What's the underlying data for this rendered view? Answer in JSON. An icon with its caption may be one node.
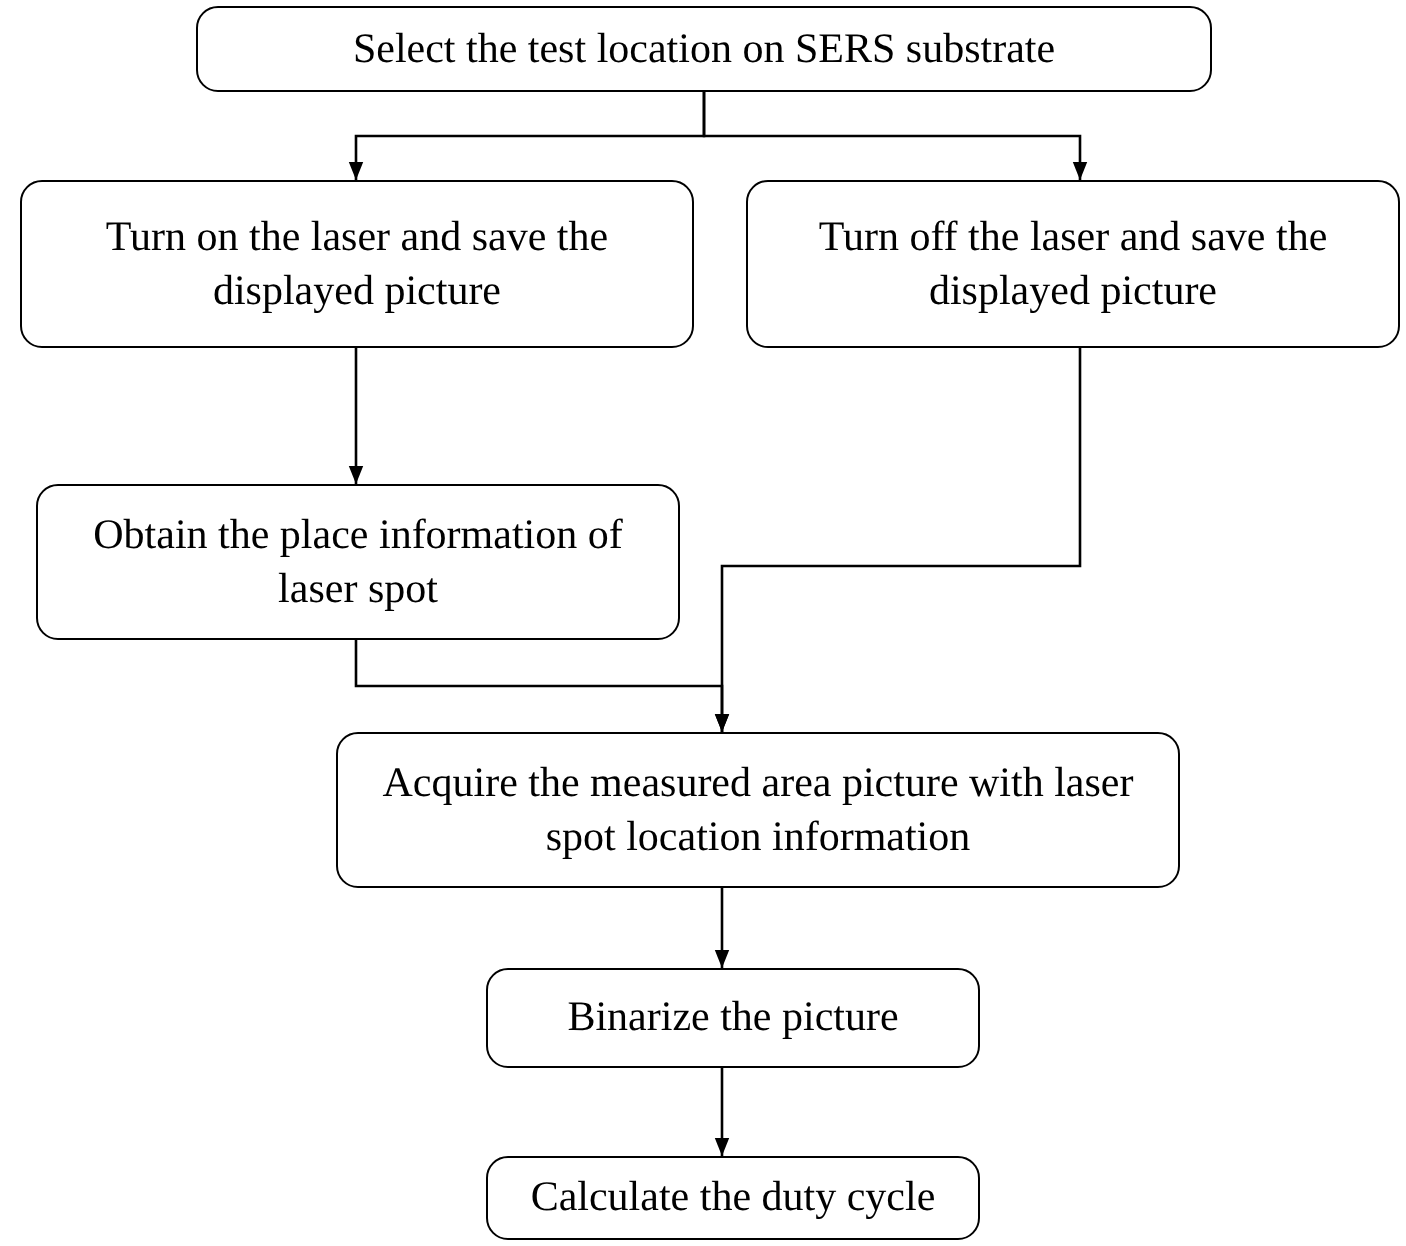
{
  "diagram": {
    "nodes": [
      {
        "text": [
          "Select the test location on SERS substrate"
        ]
      },
      {
        "text": [
          "Turn on the laser and save the displayed picture"
        ]
      },
      {
        "text": [
          "Turn off the laser and save the displayed picture"
        ]
      },
      {
        "text": [
          "Obtain the place information of laser spot"
        ]
      },
      {
        "text": [
          "Acquire the measured area picture with laser spot location information"
        ]
      },
      {
        "text": [
          "Binarize the picture"
        ]
      },
      {
        "text": [
          "Calculate the duty cycle"
        ]
      }
    ],
    "edges": [
      {
        "from": 0,
        "to": 1,
        "arrow": "to"
      },
      {
        "from": 0,
        "to": 2,
        "arrow": "to"
      },
      {
        "from": 1,
        "to": 3,
        "arrow": "to"
      },
      {
        "from": 3,
        "to": 4,
        "arrow": "to"
      },
      {
        "from": 2,
        "to": 4,
        "arrow": "to"
      },
      {
        "from": 4,
        "to": 5,
        "arrow": "to"
      },
      {
        "from": 5,
        "to": 6,
        "arrow": "to"
      }
    ]
  }
}
